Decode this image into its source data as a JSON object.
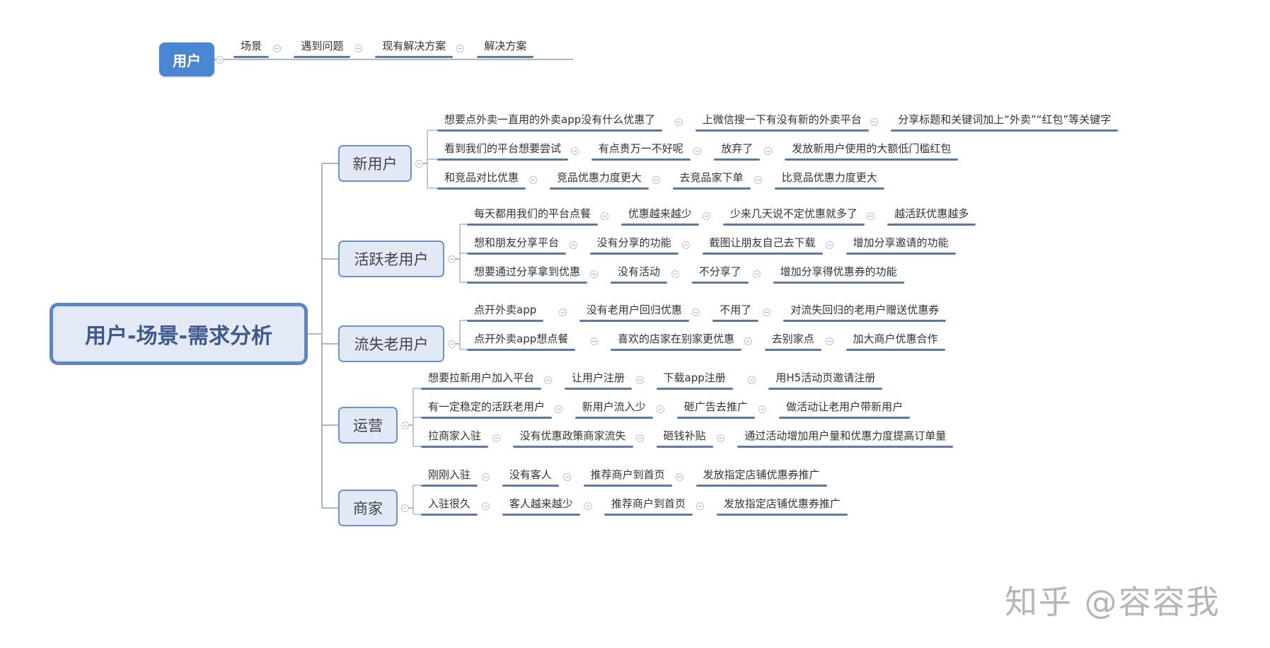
{
  "legend": {
    "node_label": "用户",
    "flow": [
      "场景",
      "遇到问题",
      "现有解决方案",
      "解决方案"
    ]
  },
  "root": {
    "label": "用户-场景-需求分析"
  },
  "branches": [
    {
      "label": "新用户",
      "rows": [
        [
          "想要点外卖一直用的外卖app没有什么优惠了",
          "上微信搜一下有没有新的外卖平台",
          "分享标题和关键词加上“外卖”“红包”等关键字"
        ],
        [
          "看到我们的平台想要尝试",
          "有点贵万一不好呢",
          "放弃了",
          "发放新用户使用的大额低门槛红包"
        ],
        [
          "和竞品对比优惠",
          "竞品优惠力度更大",
          "去竞品家下单",
          "比竞品优惠力度更大"
        ]
      ]
    },
    {
      "label": "活跃老用户",
      "rows": [
        [
          "每天都用我们的平台点餐",
          "优惠越来越少",
          "少来几天说不定优惠就多了",
          "越活跃优惠越多"
        ],
        [
          "想和朋友分享平台",
          "没有分享的功能",
          "截图让朋友自己去下载",
          "增加分享邀请的功能"
        ],
        [
          "想要通过分享拿到优惠",
          "没有活动",
          "不分享了",
          "增加分享得优惠券的功能"
        ]
      ]
    },
    {
      "label": "流失老用户",
      "rows": [
        [
          "点开外卖app",
          "没有老用户回归优惠",
          "不用了",
          "对流失回归的老用户赠送优惠券"
        ],
        [
          "点开外卖app想点餐",
          "喜欢的店家在别家更优惠",
          "去别家点",
          "加大商户优惠合作"
        ]
      ]
    },
    {
      "label": "运营",
      "rows": [
        [
          "想要拉新用户加入平台",
          "让用户注册",
          "下载app注册",
          "用H5活动页邀请注册"
        ],
        [
          "有一定稳定的活跃老用户",
          "新用户流入少",
          "砸广告去推广",
          "做活动让老用户带新用户"
        ],
        [
          "拉商家入驻",
          "没有优惠政策商家流失",
          "砸钱补贴",
          "通过活动增加用户量和优惠力度提高订单量"
        ]
      ]
    },
    {
      "label": "商家",
      "rows": [
        [
          "刚刚入驻",
          "没有客人",
          "推荐商户到首页",
          "发放指定店铺优惠券推广"
        ],
        [
          "入驻很久",
          "客人越来越少",
          "推荐商户到首页",
          "发放指定店铺优惠券推广"
        ]
      ]
    }
  ],
  "watermark": "知乎 @容容我",
  "colors": {
    "legend_fill": "#4a86d1",
    "root_border": "#5b87c5",
    "branch_fill": "#e1e9f7",
    "underline": "#5b7aa6"
  }
}
